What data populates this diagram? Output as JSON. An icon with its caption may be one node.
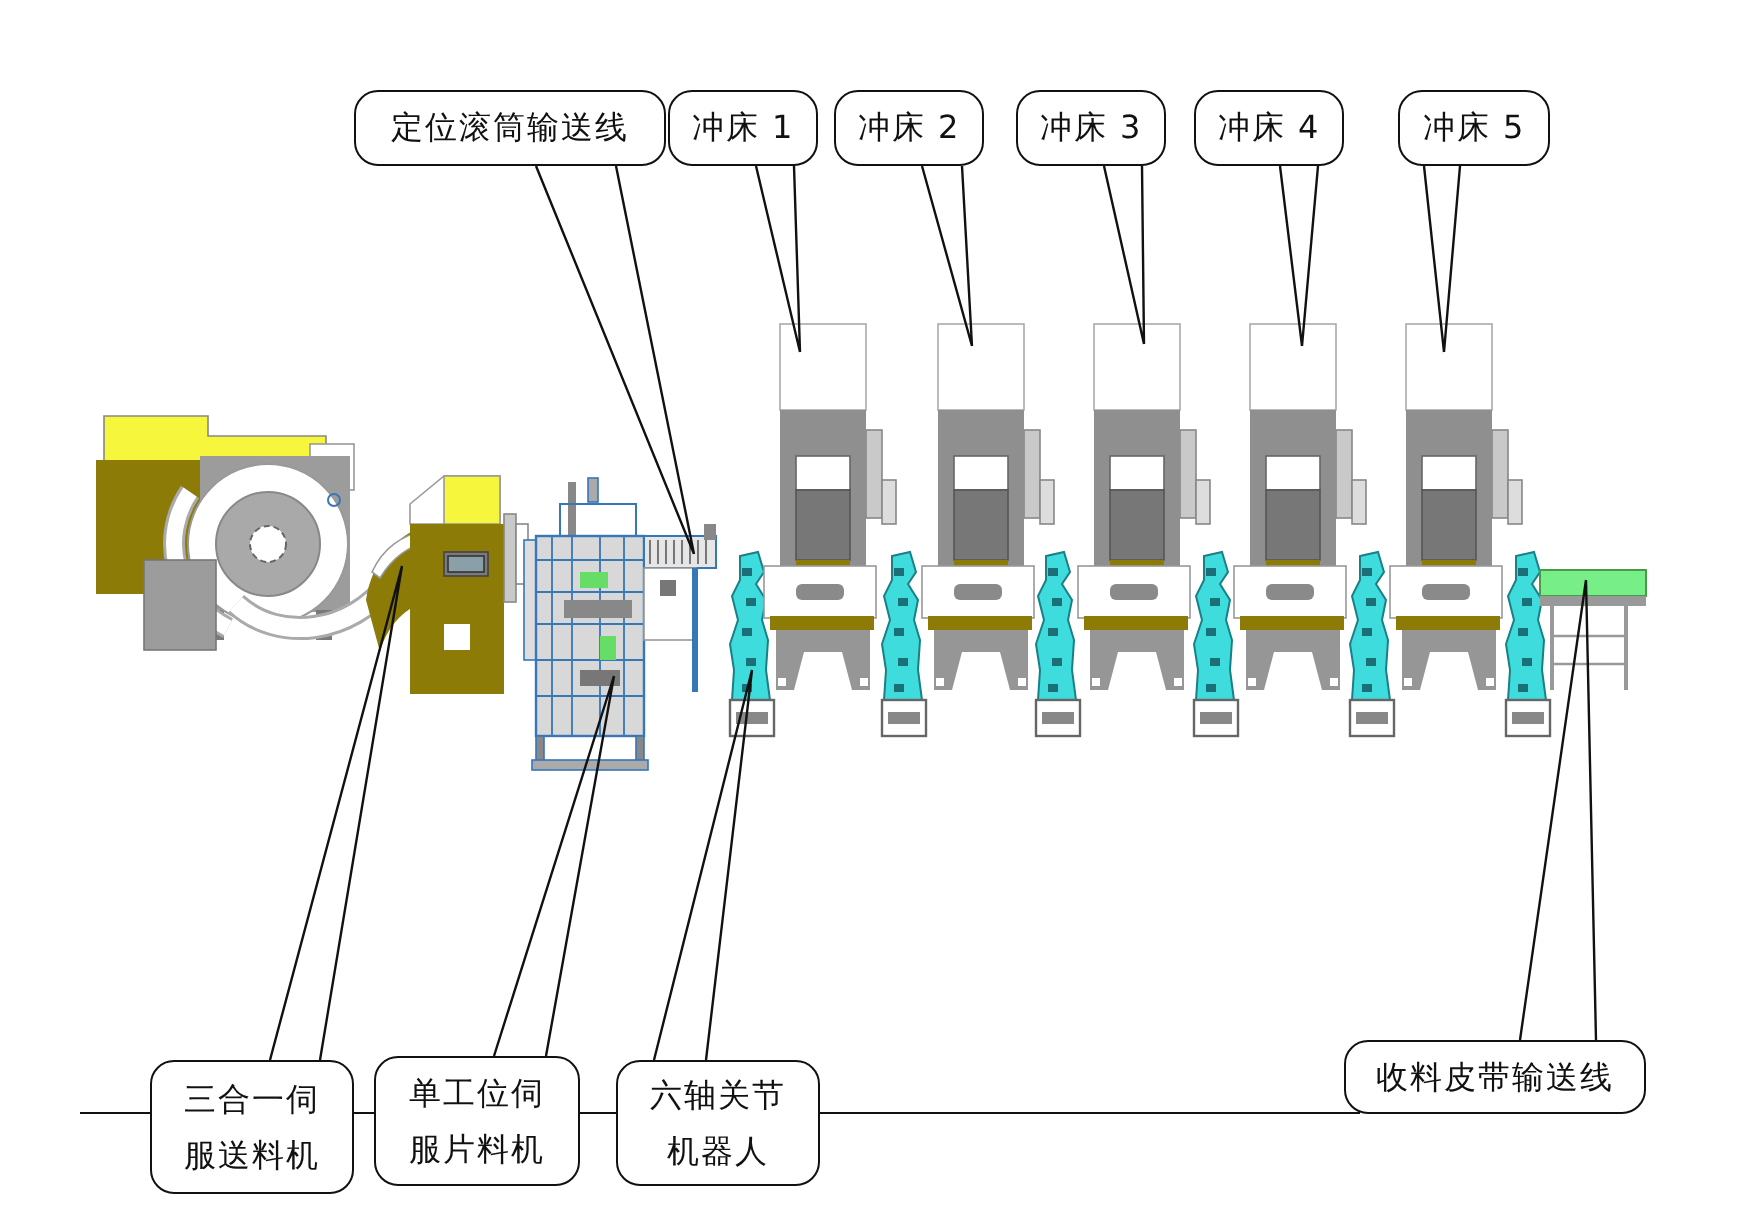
{
  "diagram": {
    "nodes": [
      {
        "text": [
          "定位滚筒输送线"
        ]
      },
      {
        "text": [
          "冲床 1"
        ]
      },
      {
        "text": [
          "冲床 2"
        ]
      },
      {
        "text": [
          "冲床 3"
        ]
      },
      {
        "text": [
          "冲床 4"
        ]
      },
      {
        "text": [
          "冲床 5"
        ]
      },
      {
        "text": [
          "三合一伺服送料机"
        ]
      },
      {
        "text": [
          "单工位伺服片料机"
        ]
      },
      {
        "text": [
          "六轴关节机器人"
        ]
      },
      {
        "text": [
          "收料皮带输送线"
        ]
      }
    ],
    "edges": [
      {
        "from": 0,
        "to": null,
        "arrow": "none"
      },
      {
        "from": 1,
        "to": null,
        "arrow": "none"
      },
      {
        "from": 2,
        "to": null,
        "arrow": "none"
      },
      {
        "from": 3,
        "to": null,
        "arrow": "none"
      },
      {
        "from": 4,
        "to": null,
        "arrow": "none"
      },
      {
        "from": 5,
        "to": null,
        "arrow": "none"
      },
      {
        "from": 6,
        "to": null,
        "arrow": "none"
      },
      {
        "from": 7,
        "to": null,
        "arrow": "none"
      },
      {
        "from": 8,
        "to": null,
        "arrow": "none"
      },
      {
        "from": 9,
        "to": null,
        "arrow": "none"
      }
    ]
  }
}
